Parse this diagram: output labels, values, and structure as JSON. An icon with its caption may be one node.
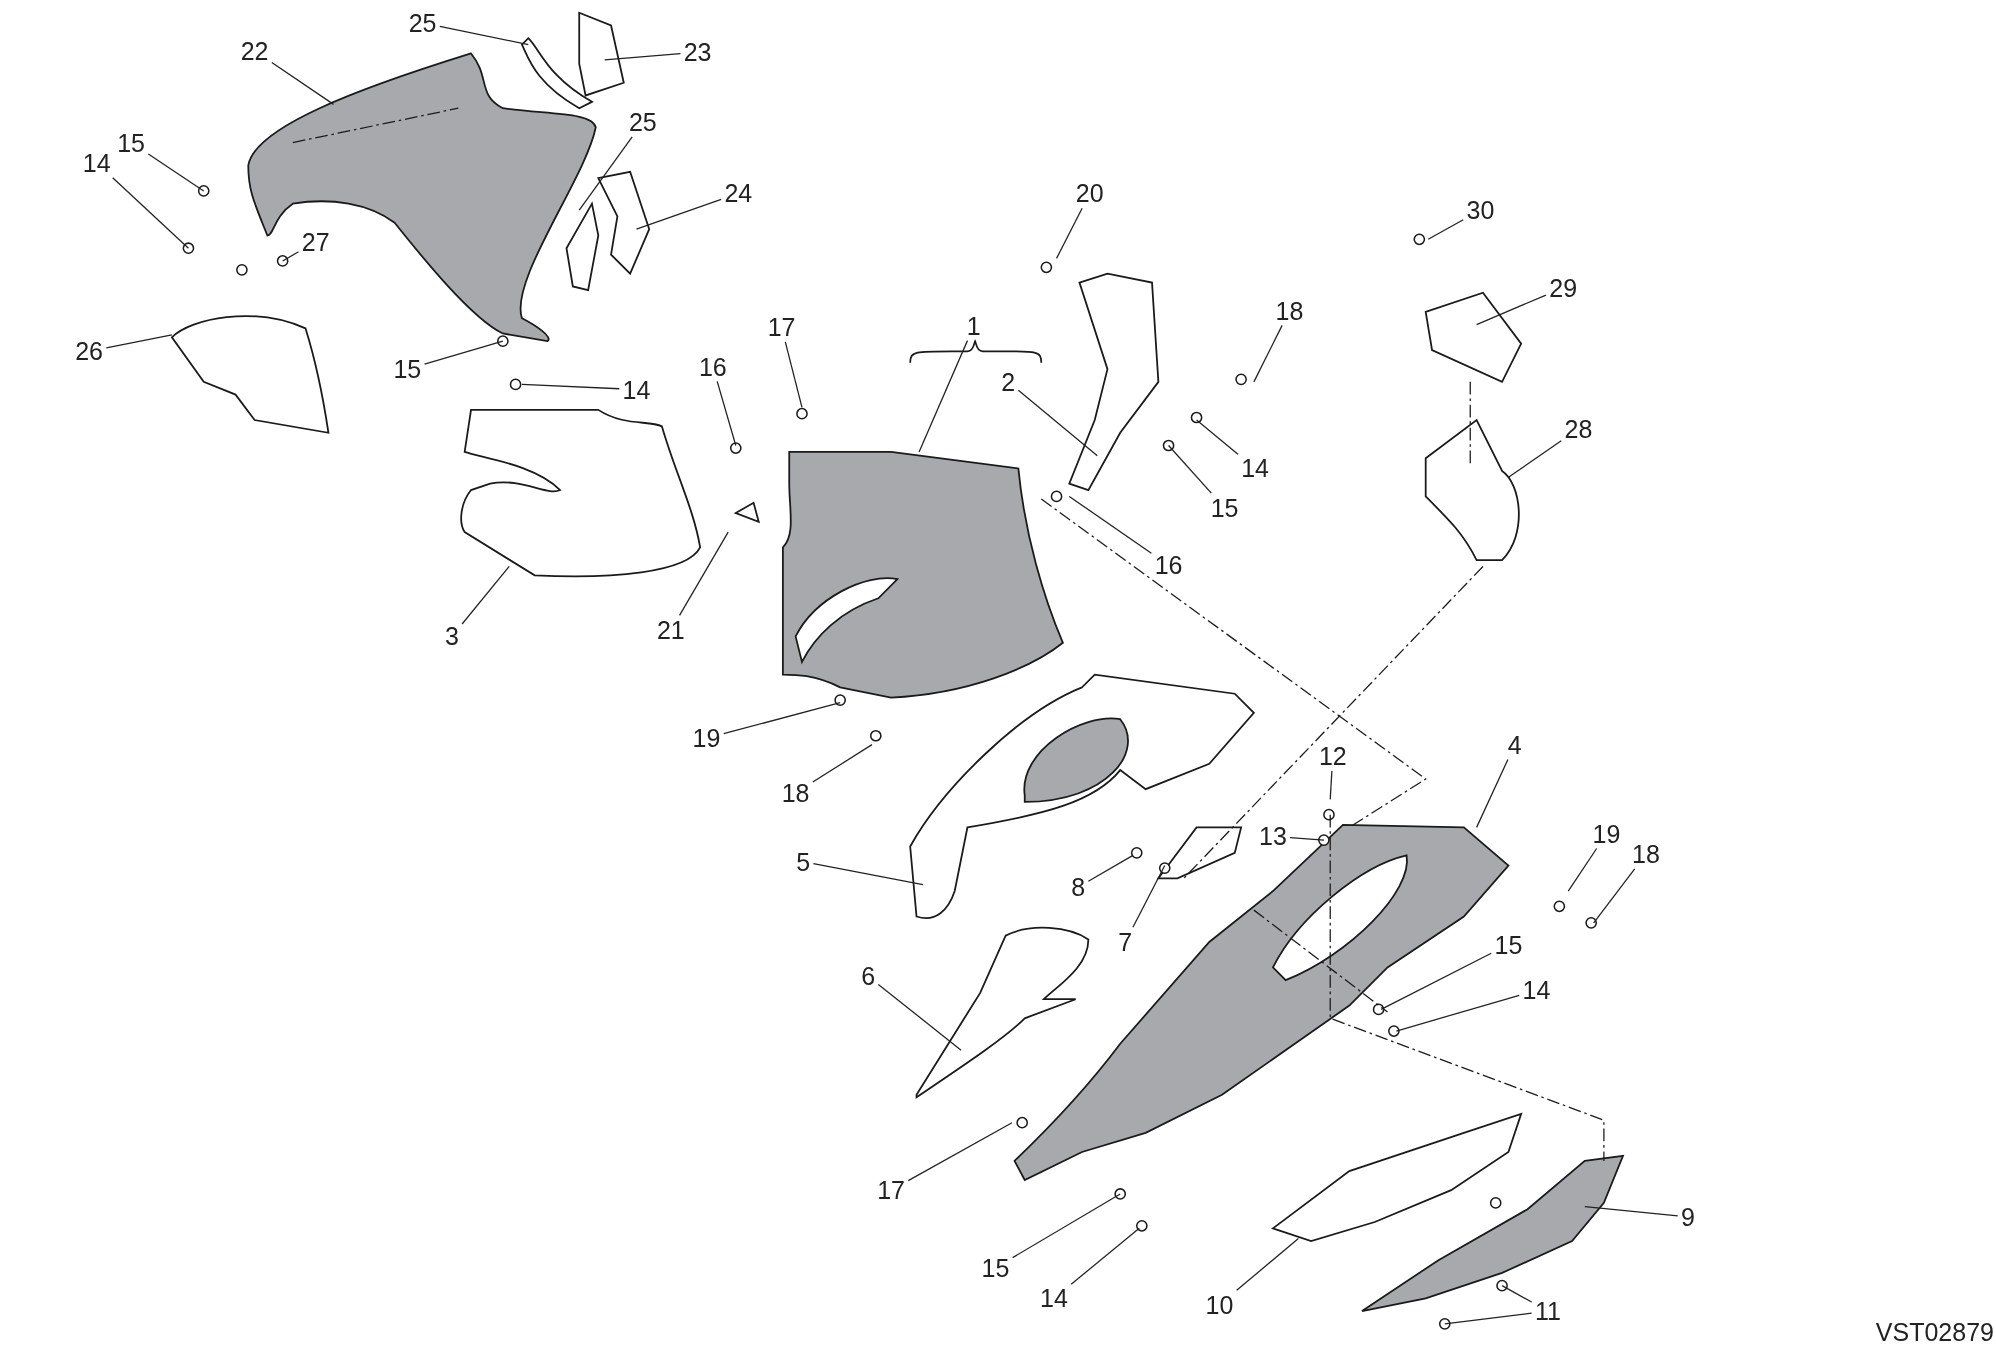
{
  "diagram": {
    "nodes": [
      {
        "text": [
          "25"
        ]
      },
      {
        "text": [
          "23"
        ]
      },
      {
        "text": [
          "22"
        ]
      },
      {
        "text": [
          "15"
        ]
      },
      {
        "text": [
          "14"
        ]
      },
      {
        "text": [
          "27"
        ]
      },
      {
        "text": [
          "25"
        ]
      },
      {
        "text": [
          "24"
        ]
      },
      {
        "text": [
          "26"
        ]
      },
      {
        "text": [
          "15"
        ]
      },
      {
        "text": [
          "14"
        ]
      },
      {
        "text": [
          "3"
        ]
      },
      {
        "text": [
          "1"
        ]
      },
      {
        "text": [
          "17"
        ]
      },
      {
        "text": [
          "16"
        ]
      },
      {
        "text": [
          "21"
        ]
      },
      {
        "text": [
          "19"
        ]
      },
      {
        "text": [
          "18"
        ]
      },
      {
        "text": [
          "20"
        ]
      },
      {
        "text": [
          "18"
        ]
      },
      {
        "text": [
          "2"
        ]
      },
      {
        "text": [
          "14"
        ]
      },
      {
        "text": [
          "15"
        ]
      },
      {
        "text": [
          "16"
        ]
      },
      {
        "text": [
          "30"
        ]
      },
      {
        "text": [
          "29"
        ]
      },
      {
        "text": [
          "28"
        ]
      },
      {
        "text": [
          "12"
        ]
      },
      {
        "text": [
          "13"
        ]
      },
      {
        "text": [
          "4"
        ]
      },
      {
        "text": [
          "8"
        ]
      },
      {
        "text": [
          "7"
        ]
      },
      {
        "text": [
          "5"
        ]
      },
      {
        "text": [
          "19"
        ]
      },
      {
        "text": [
          "18"
        ]
      },
      {
        "text": [
          "15"
        ]
      },
      {
        "text": [
          "14"
        ]
      },
      {
        "text": [
          "6"
        ]
      },
      {
        "text": [
          "17"
        ]
      },
      {
        "text": [
          "15"
        ]
      },
      {
        "text": [
          "14"
        ]
      },
      {
        "text": [
          "10"
        ]
      },
      {
        "text": [
          "9"
        ]
      },
      {
        "text": [
          "11"
        ]
      }
    ],
    "edges": [
      {
        "from": 0,
        "to": null,
        "arrow": "none"
      },
      {
        "from": 1,
        "to": null,
        "arrow": "none"
      },
      {
        "from": 2,
        "to": null,
        "arrow": "none"
      },
      {
        "from": 3,
        "to": null,
        "arrow": "none"
      },
      {
        "from": 4,
        "to": null,
        "arrow": "none"
      },
      {
        "from": 5,
        "to": null,
        "arrow": "none"
      },
      {
        "from": 6,
        "to": null,
        "arrow": "none"
      },
      {
        "from": 7,
        "to": null,
        "arrow": "none"
      },
      {
        "from": 8,
        "to": null,
        "arrow": "none"
      },
      {
        "from": 9,
        "to": null,
        "arrow": "none"
      },
      {
        "from": 10,
        "to": null,
        "arrow": "none"
      },
      {
        "from": 11,
        "to": null,
        "arrow": "none"
      },
      {
        "from": 12,
        "to": null,
        "arrow": "none"
      },
      {
        "from": 13,
        "to": null,
        "arrow": "none"
      },
      {
        "from": 14,
        "to": null,
        "arrow": "none"
      },
      {
        "from": 15,
        "to": null,
        "arrow": "none"
      },
      {
        "from": 16,
        "to": null,
        "arrow": "none"
      },
      {
        "from": 17,
        "to": null,
        "arrow": "none"
      },
      {
        "from": 18,
        "to": null,
        "arrow": "none"
      },
      {
        "from": 19,
        "to": null,
        "arrow": "none"
      },
      {
        "from": 20,
        "to": null,
        "arrow": "none"
      },
      {
        "from": 21,
        "to": null,
        "arrow": "none"
      },
      {
        "from": 22,
        "to": null,
        "arrow": "none"
      },
      {
        "from": 23,
        "to": null,
        "arrow": "none"
      },
      {
        "from": 24,
        "to": null,
        "arrow": "none"
      },
      {
        "from": 25,
        "to": null,
        "arrow": "none"
      },
      {
        "from": 26,
        "to": null,
        "arrow": "none"
      },
      {
        "from": 27,
        "to": null,
        "arrow": "none"
      },
      {
        "from": 28,
        "to": null,
        "arrow": "none"
      },
      {
        "from": 29,
        "to": null,
        "arrow": "none"
      },
      {
        "from": 30,
        "to": null,
        "arrow": "none"
      },
      {
        "from": 31,
        "to": null,
        "arrow": "none"
      },
      {
        "from": 32,
        "to": null,
        "arrow": "none"
      },
      {
        "from": 33,
        "to": null,
        "arrow": "none"
      },
      {
        "from": 34,
        "to": null,
        "arrow": "none"
      },
      {
        "from": 35,
        "to": null,
        "arrow": "none"
      },
      {
        "from": 36,
        "to": null,
        "arrow": "none"
      },
      {
        "from": 37,
        "to": null,
        "arrow": "none"
      },
      {
        "from": 38,
        "to": null,
        "arrow": "none"
      },
      {
        "from": 39,
        "to": null,
        "arrow": "none"
      },
      {
        "from": 40,
        "to": null,
        "arrow": "none"
      },
      {
        "from": 41,
        "to": null,
        "arrow": "none"
      },
      {
        "from": 42,
        "to": null,
        "arrow": "none"
      },
      {
        "from": 43,
        "to": null,
        "arrow": "none"
      },
      {
        "from": 43,
        "to": null,
        "arrow": "none"
      }
    ],
    "labels": [
      "VST02879"
    ]
  }
}
